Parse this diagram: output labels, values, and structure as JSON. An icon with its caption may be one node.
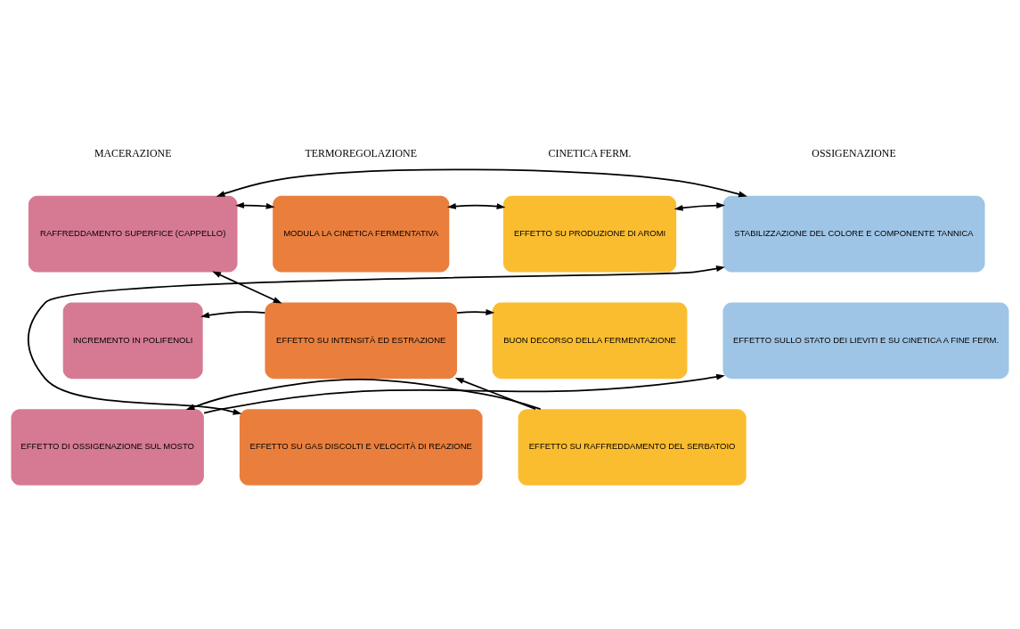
{
  "diagram": {
    "nodes": [
      {
        "text": [
          "RAFFREDDAMENTO SUPERFICE (CAPPELLO)"
        ]
      },
      {
        "text": [
          "MODULA LA CINETICA FERMENTATIVA"
        ]
      },
      {
        "text": [
          "EFFETTO SU PRODUZIONE DI AROMI"
        ]
      },
      {
        "text": [
          "STABILIZZAZIONE DEL COLORE E COMPONENTE TANNICA"
        ]
      },
      {
        "text": [
          "INCREMENTO IN POLIFENOLI"
        ]
      },
      {
        "text": [
          "EFFETTO SU INTENSITÀ ED ESTRAZIONE"
        ]
      },
      {
        "text": [
          "BUON DECORSO DELLA FERMENTAZIONE"
        ]
      },
      {
        "text": [
          "EFFETTO SULLO STATO DEI LIEVITI E SU CINETICA A FINE FERM."
        ]
      },
      {
        "text": [
          "EFFETTO DI OSSIGENAZIONE SUL MOSTO"
        ]
      },
      {
        "text": [
          "EFFETTO SU GAS DISCOLTI E VELOCITÀ DI REAZIONE"
        ]
      },
      {
        "text": [
          "EFFETTO SU RAFFREDDAMENTO DEL SERBATOIO"
        ]
      }
    ],
    "edges": [
      {
        "from": 0,
        "to": 1,
        "arrow": "both"
      },
      {
        "from": 1,
        "to": 2,
        "arrow": "both"
      },
      {
        "from": 2,
        "to": 3,
        "arrow": "both"
      },
      {
        "from": 0,
        "to": 3,
        "arrow": "both"
      },
      {
        "from": 0,
        "to": 5,
        "arrow": "both"
      },
      {
        "from": 5,
        "to": 4,
        "arrow": "to"
      },
      {
        "from": 5,
        "to": 6,
        "arrow": "to"
      },
      {
        "from": 10,
        "to": 5,
        "arrow": "to"
      },
      {
        "from": 10,
        "to": 8,
        "arrow": "to"
      },
      {
        "from": 9,
        "to": 3,
        "arrow": "both"
      },
      {
        "from": 8,
        "to": 7,
        "arrow": "to"
      }
    ],
    "labels": [
      "MACERAZIONE",
      "TERMOREGOLAZIONE",
      "CINETICA FERM.",
      "OSSIGENAZIONE"
    ]
  }
}
